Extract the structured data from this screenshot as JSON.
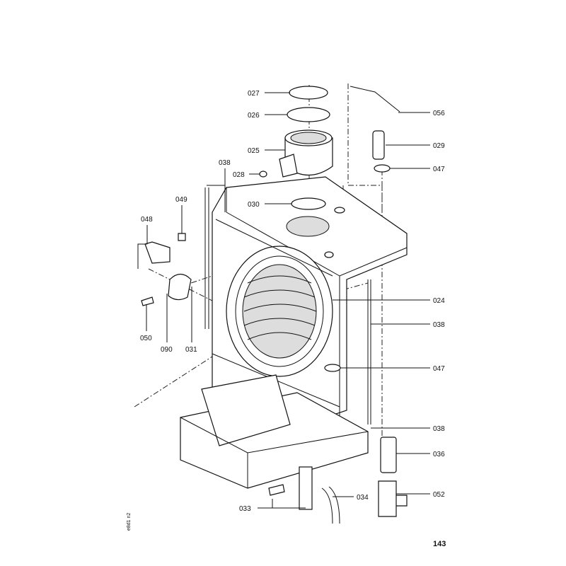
{
  "page_number": "143",
  "drawing_ref": "e8d1 n2",
  "parts": {
    "p027": "027",
    "p026": "026",
    "p025": "025",
    "p028": "028",
    "p030": "030",
    "p038a": "038",
    "p049": "049",
    "p048": "048",
    "p050": "050",
    "p090": "090",
    "p031": "031",
    "p056": "056",
    "p029": "029",
    "p047a": "047",
    "p024": "024",
    "p038b": "038",
    "p047b": "047",
    "p038c": "038",
    "p036": "036",
    "p052": "052",
    "p034": "034",
    "p033": "033"
  }
}
